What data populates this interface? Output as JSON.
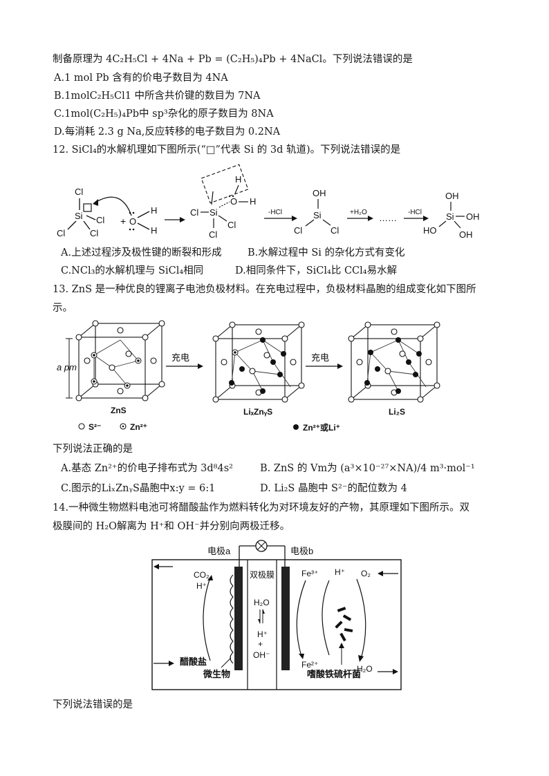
{
  "q11": {
    "intro": "制备原理为 4C₂H₅Cl + 4Na + Pb = (C₂H₅)₄Pb + 4NaCl。下列说法错误的是",
    "options": [
      "A.1 mol Pb 含有的价电子数目为 4NA",
      "B.1molC₂H₅Cl1 中所含共价键的数目为 7NA",
      "C.1mol(C₂H₅)₄Pb中 sp³杂化的原子数目为 8NA",
      "D.每消耗 2.3 g Na,反应转移的电子数目为 0.2NA"
    ]
  },
  "q12": {
    "stem": "12. SiCl₄的水解机理如下图所示(“□”代表 Si 的 3d 轨道)。下列说法错误的是",
    "figure": {
      "cl": "Cl",
      "si": "Si",
      "o": "O",
      "h": "H",
      "oh": "OH",
      "ho": "HO",
      "minus_hcl": "-HCl",
      "plus_h2o": "+H₂O",
      "dots": "……",
      "plus": "+"
    },
    "options": [
      "A.上述过程涉及极性键的断裂和形成",
      "B.水解过程中 Si 的杂化方式有变化",
      "C.NCl₃的水解机理与 SiCl₄相同",
      "D.相同条件下，SiCl₄比 CCl₄易水解"
    ]
  },
  "q13": {
    "stem_line1": "13. ZnS 是一种优良的锂离子电池负极材料。在充电过程中，负极材料晶胞的组成变化如下图所",
    "stem_line2": "示。",
    "figure": {
      "edge_label": "a pm",
      "arrow1": "充电",
      "arrow2": "充电",
      "cell1": "ZnS",
      "cell2": "LiₓZnᵧS",
      "cell3": "Li₂S",
      "legend_s": "S²⁻",
      "legend_zn": "Zn²⁺",
      "legend_znli": "Zn²⁺或Li⁺"
    },
    "prompt": "下列说法正确的是",
    "options": [
      "A.基态 Zn²⁺的价电子排布式为 3d⁸4s²",
      "B. ZnS 的 Vm为 (a³×10⁻²⁷×NA)/4 m³·mol⁻¹",
      "C.图示的LiₓZnᵧS晶胞中x:y = 6:1",
      "D. Li₂S 晶胞中 S²⁻的配位数为 4"
    ]
  },
  "q14": {
    "stem_line1": "14.一种微生物燃料电池可将醋酸盐作为燃料转化为对环境友好的产物，其原理如下图所示。双",
    "stem_line2": "极膜间的 H₂O解离为 H⁺和 OH⁻并分别向两极迁移。",
    "figure": {
      "electrode_a": "电极a",
      "electrode_b": "电极b",
      "co2": "CO₂",
      "h_plus_left": "H⁺",
      "membrane": "双极膜",
      "h2o_mid": "H₂O",
      "h_plus_mid": "H⁺",
      "plus_mid": "+",
      "oh_minus": "OH⁻",
      "acetate": "醋酸盐",
      "microbe": "微生物",
      "fe3": "Fe³⁺",
      "h_plus_right": "H⁺",
      "o2": "O₂",
      "fe2": "Fe²⁺",
      "h2o_right": "H₂O",
      "bacteria": "嗜酸铁硫杆菌"
    },
    "prompt": "下列说法错误的是"
  }
}
